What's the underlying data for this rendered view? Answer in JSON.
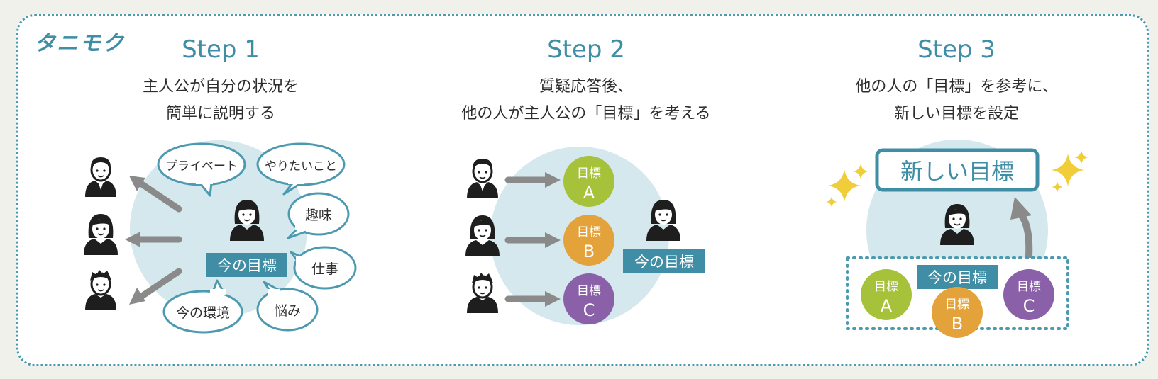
{
  "brand": "タニモク",
  "colors": {
    "teal": "#3f8ea5",
    "bubble_border": "#4c9ab0",
    "circle_bg": "#d4e8ed",
    "arrow": "#8a8a8a",
    "goal_a": "#a6c13a",
    "goal_b": "#e3a23a",
    "goal_c": "#8a60a8",
    "sparkle": "#f2cd3a"
  },
  "steps": [
    {
      "title": "Step 1",
      "desc_line1": "主人公が自分の状況を",
      "desc_line2": "簡単に説明する",
      "bubbles": [
        "プライベート",
        "やりたいこと",
        "趣味",
        "仕事",
        "悩み",
        "今の環境"
      ],
      "current_goal_label": "今の目標"
    },
    {
      "title": "Step 2",
      "desc_line1": "質疑応答後、",
      "desc_line2": "他の人が主人公の「目標」を考える",
      "goal_word": "目標",
      "goal_letters": [
        "A",
        "B",
        "C"
      ],
      "current_goal_label": "今の目標"
    },
    {
      "title": "Step 3",
      "desc_line1": "他の人の「目標」を参考に、",
      "desc_line2": "新しい目標を設定",
      "new_goal_label": "新しい目標",
      "current_goal_label": "今の目標",
      "goal_word": "目標",
      "goal_letters": [
        "A",
        "B",
        "C"
      ]
    }
  ]
}
